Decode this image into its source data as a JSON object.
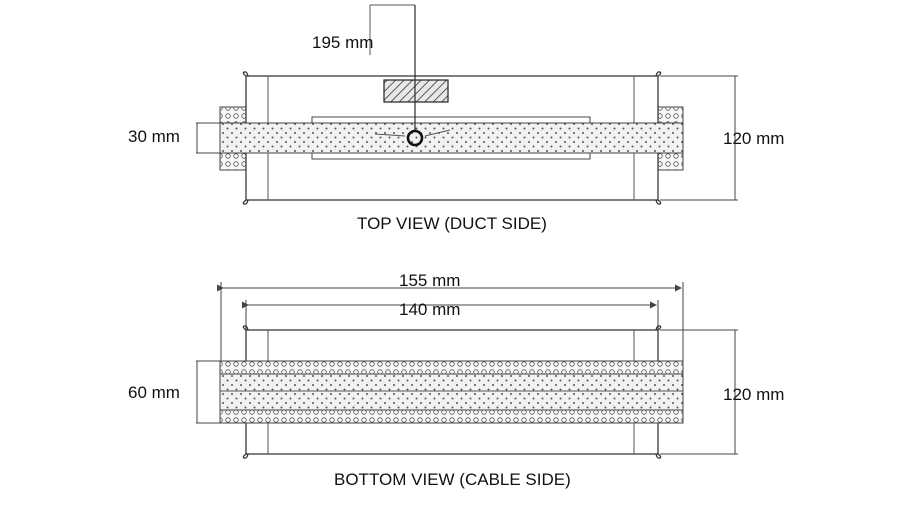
{
  "top_view": {
    "caption": "TOP VIEW (DUCT SIDE)",
    "dim_length": "195 mm",
    "dim_band": "30 mm",
    "dim_height": "120 mm"
  },
  "bottom_view": {
    "caption": "BOTTOM VIEW (CABLE SIDE)",
    "dim_overall": "155 mm",
    "dim_inner": "140 mm",
    "dim_band": "60 mm",
    "dim_height": "120 mm"
  }
}
